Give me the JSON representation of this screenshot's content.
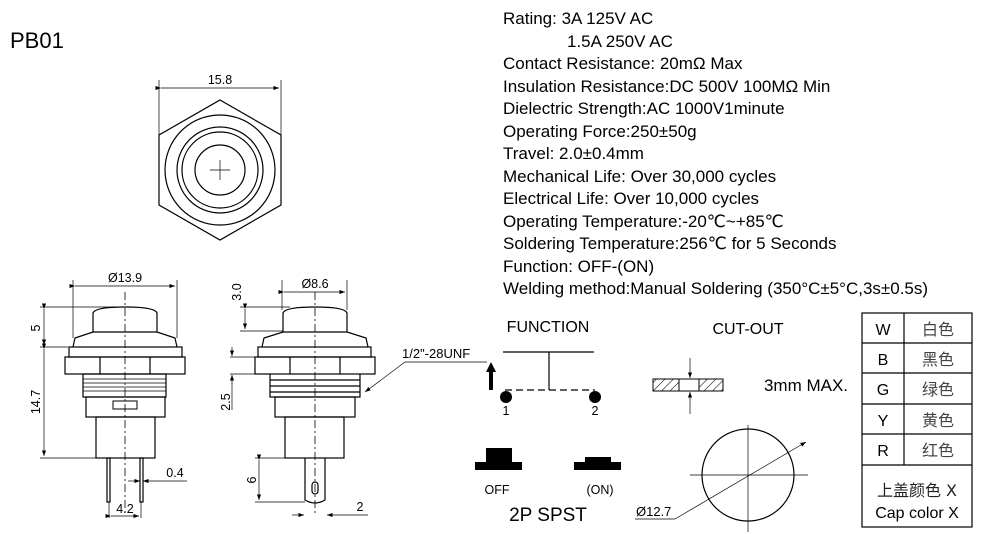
{
  "model": "PB01",
  "specs": [
    "Rating: 3A 125V AC",
    "1.5A 250V AC",
    "Contact Resistance: 20mΩ Max",
    "Insulation Resistance:DC 500V 100MΩ  Min",
    "Dielectric Strength:AC 1000V1minute",
    "Operating Force:250±50g",
    "Travel: 2.0±0.4mm",
    "Mechanical Life: Over 30,000 cycles",
    "Electrical Life: Over 10,000 cycles",
    "Operating Temperature:-20℃~+85℃",
    "Soldering Temperature:256℃ for 5 Seconds",
    "Function: OFF-(ON)",
    "Welding method:Manual Soldering (350°C±5°C,3s±0.5s)"
  ],
  "dims": {
    "top_width": "15.8",
    "front_dia": "Ø13.9",
    "front_cap_h": "5",
    "front_body_h": "14.7",
    "pin_w": "0.4",
    "pin_pitch": "4.2",
    "side_dia": "Ø8.6",
    "side_cap_h": "3.0",
    "side_thread_h": "2.5",
    "side_pin_h": "6",
    "side_pin_w": "2",
    "thread": "1/2\"-28UNF"
  },
  "function": {
    "title": "FUNCTION",
    "pin1": "1",
    "pin2": "2",
    "off": "OFF",
    "on": "(ON)",
    "type": "2P SPST"
  },
  "cutout": {
    "title": "CUT-OUT",
    "max": "3mm MAX.",
    "dia": "Ø12.7"
  },
  "colors": {
    "rows": [
      {
        "code": "W",
        "name": "白色"
      },
      {
        "code": "B",
        "name": "黑色"
      },
      {
        "code": "G",
        "name": "绿色"
      },
      {
        "code": "Y",
        "name": "黄色"
      },
      {
        "code": "R",
        "name": "红色"
      }
    ],
    "cap_cn": "上盖颜色  X",
    "cap_en": "Cap color X"
  }
}
